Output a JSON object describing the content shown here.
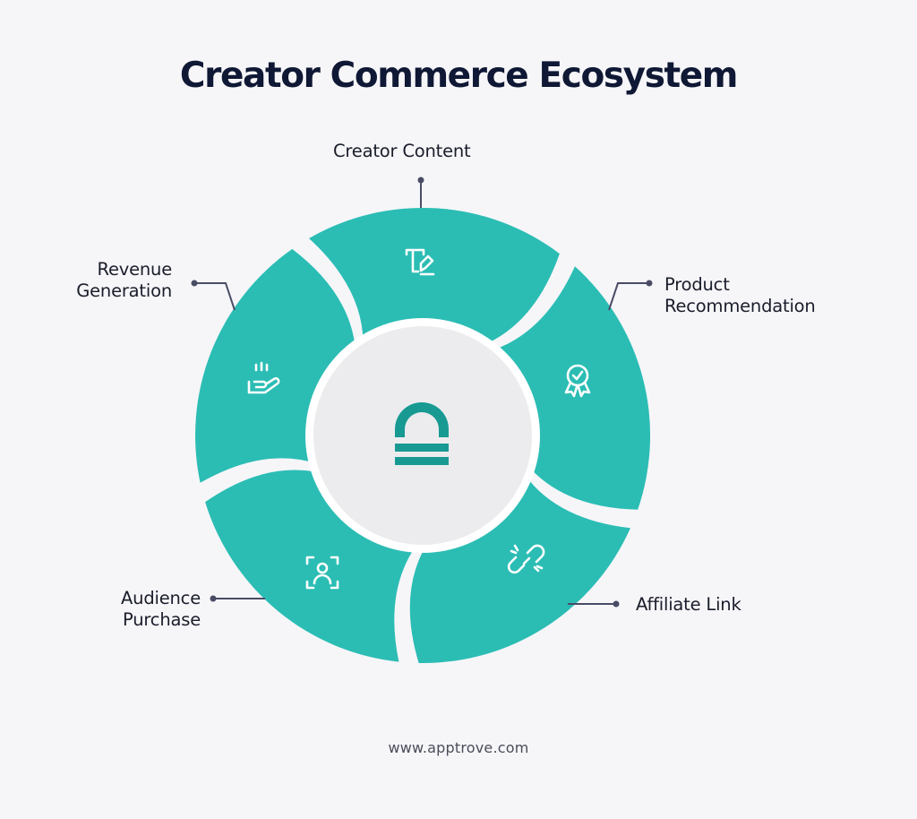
{
  "title": "Creator Commerce Ecosystem",
  "footer": "www.apptrove.com",
  "colors": {
    "segment": "#2bbdb4",
    "center_bg": "#ececef",
    "center_ring": "#ffffff",
    "center_logo": "#189a92",
    "connector": "#4a4c66",
    "title": "#0f1834",
    "background": "#f6f6f9"
  },
  "stages": [
    {
      "id": "creator-content",
      "lines": [
        "Creator Content"
      ],
      "icon": "document-pen-icon"
    },
    {
      "id": "product-recommendation",
      "lines": [
        "Product",
        "Recommendation"
      ],
      "icon": "award-badge-icon"
    },
    {
      "id": "affiliate-link",
      "lines": [
        "Affiliate Link"
      ],
      "icon": "broken-link-icon"
    },
    {
      "id": "audience-purchase",
      "lines": [
        "Audience",
        "Purchase"
      ],
      "icon": "user-focus-icon"
    },
    {
      "id": "revenue-generation",
      "lines": [
        "Revenue",
        "Generation"
      ],
      "icon": "hand-coins-icon"
    }
  ],
  "center_icon": "apptrove-logo-icon"
}
